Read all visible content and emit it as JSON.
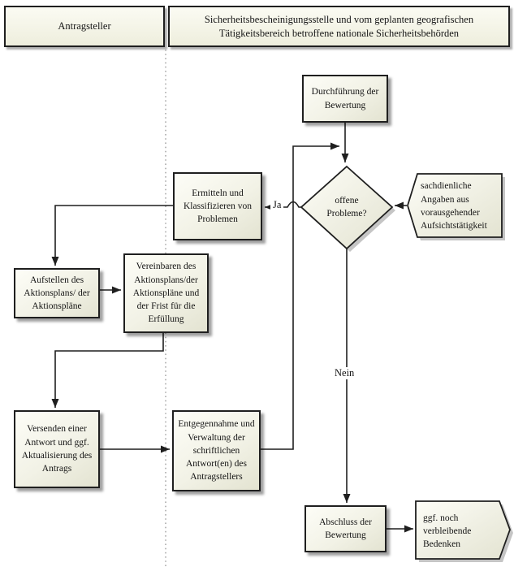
{
  "diagram": {
    "type": "flowchart",
    "language": "de"
  },
  "lanes": [
    {
      "title": "Antragsteller"
    },
    {
      "title": "Sicherheitsbescheinigungsstelle und vom geplanten geografischen Tätigkeitsbereich betroffene nationale Sicherheitsbehörden"
    }
  ],
  "nodes": {
    "durchfuehrung": {
      "shape": "process",
      "label": "Durchführung der Bewertung"
    },
    "offene_probleme": {
      "shape": "decision",
      "label": "offene Probleme?"
    },
    "sachdienliche_angaben": {
      "shape": "pointer-left",
      "label": "sachdienliche Angaben aus vorausgehender Aufsichtstätigkeit"
    },
    "ermitteln": {
      "shape": "process",
      "label": "Ermitteln und Klassifizieren von Problemen"
    },
    "aufstellen": {
      "shape": "process",
      "label": "Aufstellen des Aktionsplans/ der Aktionspläne"
    },
    "vereinbaren": {
      "shape": "process",
      "label": "Vereinbaren des Aktionsplans/der Aktionspläne und der Frist für die Erfüllung"
    },
    "versenden": {
      "shape": "process",
      "label": "Versenden einer Antwort und ggf. Aktualisierung des Antrags"
    },
    "entgegennahme": {
      "shape": "process",
      "label": "Entgegennahme und Verwaltung der schriftlichen Antwort(en) des Antragstellers"
    },
    "abschluss": {
      "shape": "process",
      "label": "Abschluss der Bewertung"
    },
    "ggf_bedenken": {
      "shape": "pointer-right",
      "label": "ggf. noch verbleibende Bedenken"
    }
  },
  "edge_labels": {
    "ja": "Ja",
    "nein": "Nein"
  },
  "colors": {
    "background": "#ffffff",
    "node_border": "#1f1f1f",
    "node_fill_top": "#fdfdf7",
    "node_fill_bottom": "#e3e3d1",
    "connector": "#1f1f1f",
    "shadow": "#8b8b8b",
    "separator_dots": "#9e9e9e"
  }
}
